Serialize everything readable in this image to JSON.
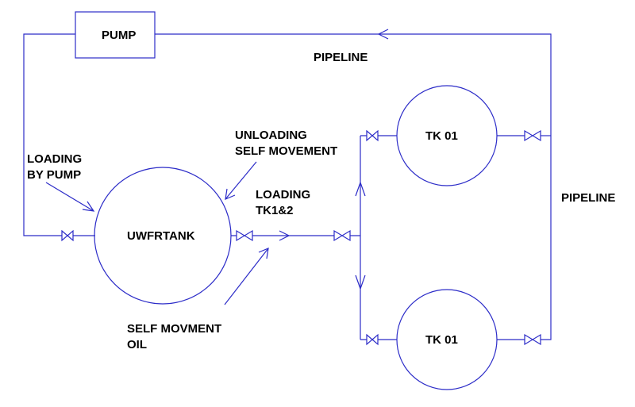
{
  "colors": {
    "line": "#2c2cc8",
    "text": "#000000",
    "background": "#ffffff"
  },
  "pump": {
    "label": "PUMP"
  },
  "pipeline_top": {
    "label": "PIPELINE"
  },
  "pipeline_right": {
    "label": "PIPELINE"
  },
  "loading_by_pump": {
    "line1": "LOADING",
    "line2": "BY PUMP"
  },
  "unloading": {
    "line1": "UNLOADING",
    "line2": "SELF MOVEMENT"
  },
  "loading_tk": {
    "line1": "LOADING",
    "line2": "TK1&2"
  },
  "self_movment": {
    "line1": "SELF MOVMENT",
    "line2": "OIL"
  },
  "tanks": {
    "uwfr": {
      "label": "UWFRTANK"
    },
    "tk_top": {
      "label": "TK 01"
    },
    "tk_bottom": {
      "label": "TK 01"
    }
  }
}
